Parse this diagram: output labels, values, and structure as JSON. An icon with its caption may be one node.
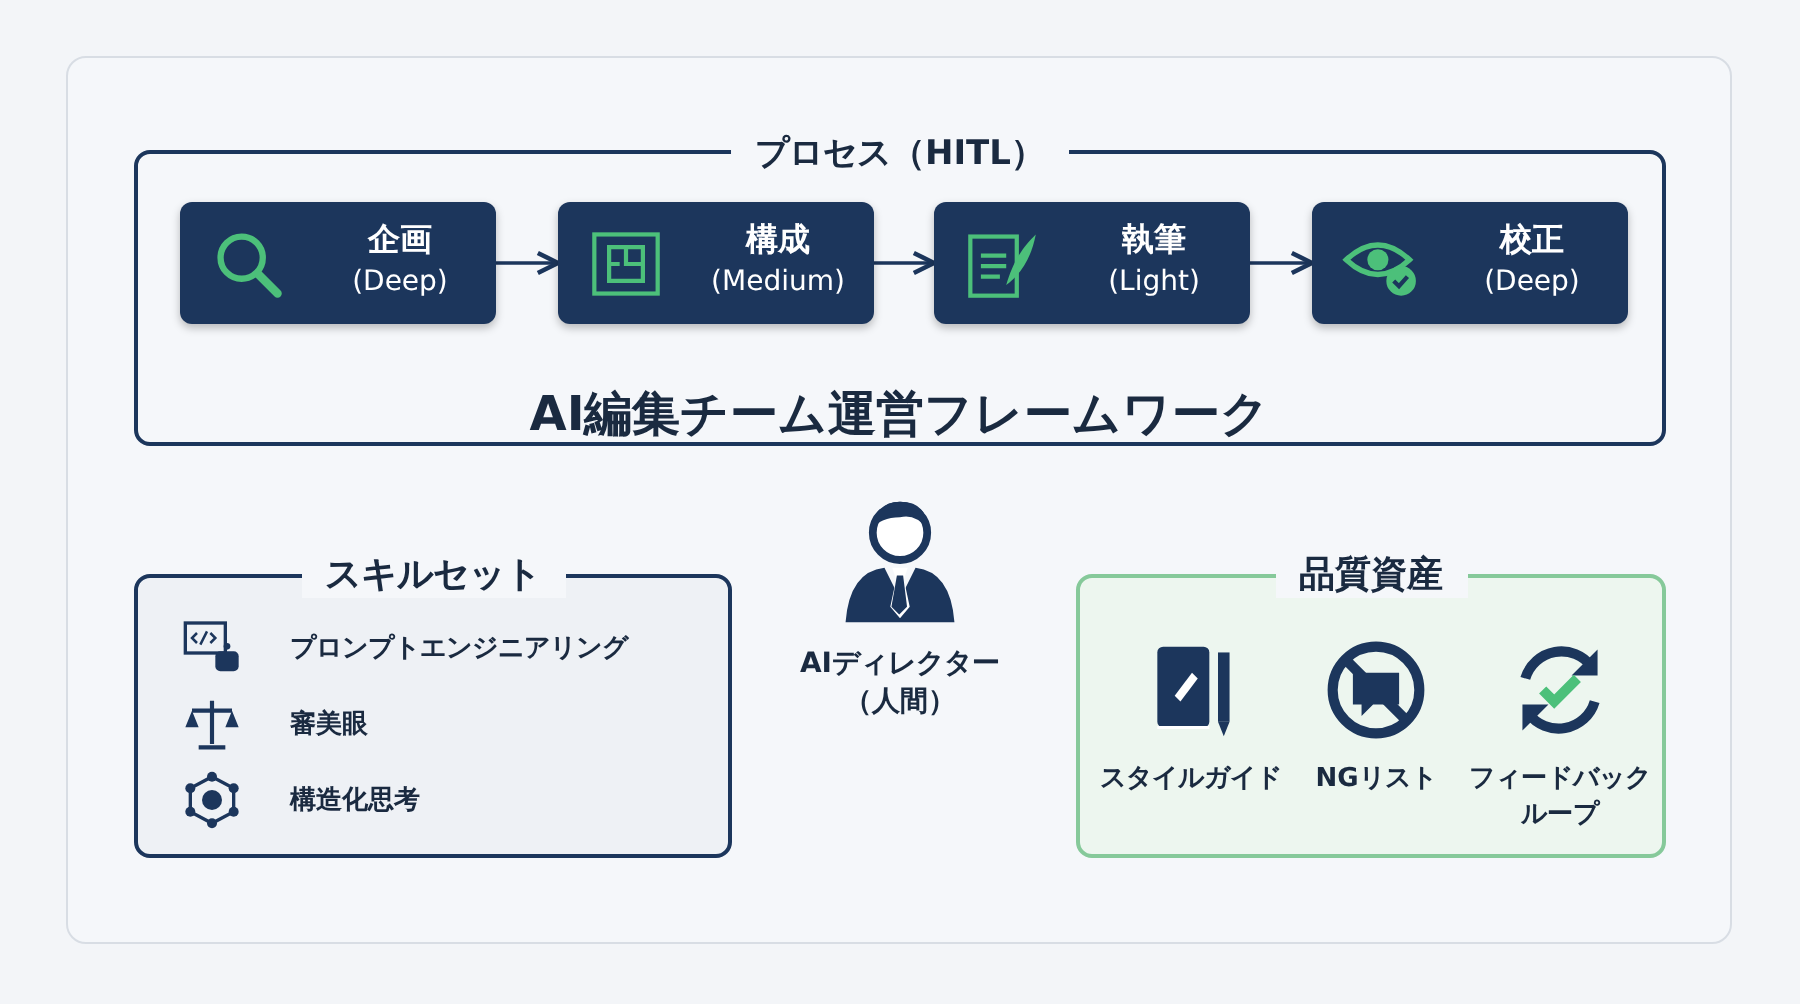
{
  "diagram": {
    "title": "AI編集チーム運営フレームワーク",
    "nodes": [
      {
        "text": [
          "プロセス（HITL）"
        ]
      },
      {
        "text": [
          "企画",
          "(Deep)"
        ],
        "in": 0
      },
      {
        "text": [
          "構成",
          "(Medium)"
        ],
        "in": 0
      },
      {
        "text": [
          "執筆",
          "(Light)"
        ],
        "in": 0
      },
      {
        "text": [
          "校正",
          "(Deep)"
        ],
        "in": 0
      },
      {
        "text": [
          "AIディレクター（人間）"
        ]
      },
      {
        "text": [
          "スキルセット"
        ]
      },
      {
        "text": [
          "プロンプトエンジニアリング"
        ],
        "in": 6
      },
      {
        "text": [
          "審美眼"
        ],
        "in": 6
      },
      {
        "text": [
          "構造化思考"
        ],
        "in": 6
      },
      {
        "text": [
          "品質資産"
        ]
      },
      {
        "text": [
          "スタイルガイド"
        ],
        "in": 10
      },
      {
        "text": [
          "NGリスト"
        ],
        "in": 10
      },
      {
        "text": [
          "フィードバックループ"
        ],
        "in": 10
      }
    ],
    "edges": [
      {
        "from": 1,
        "to": 2,
        "arrow": "to"
      },
      {
        "from": 2,
        "to": 3,
        "arrow": "to"
      },
      {
        "from": 3,
        "to": 4,
        "arrow": "to"
      }
    ]
  }
}
